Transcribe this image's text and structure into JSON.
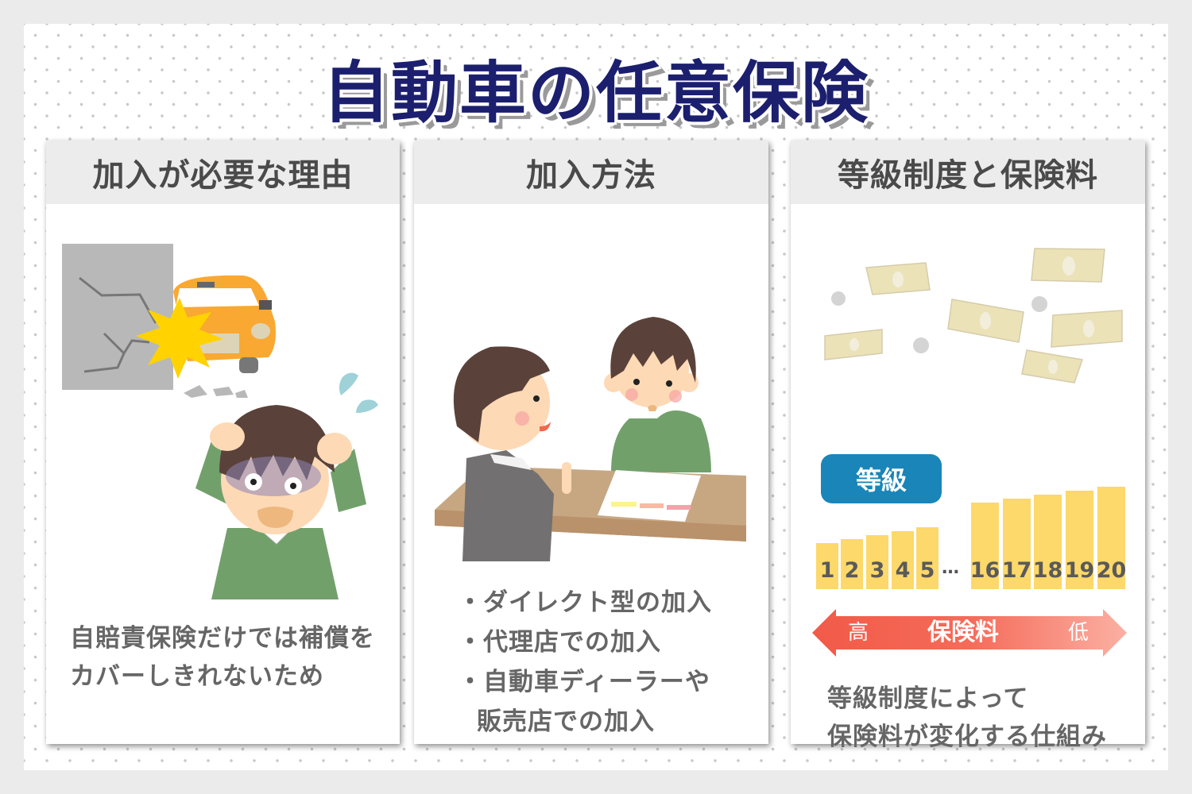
{
  "title": "自動車の任意保険",
  "colors": {
    "title": "#1b1f6e",
    "header_bg": "#ececec",
    "header_text": "#4a4a4a",
    "body_text": "#666666",
    "grade_badge": "#1a85b8",
    "bar": "#fdd86a",
    "arrow_start": "#f25a48",
    "arrow_end": "#fbb0a3"
  },
  "cards": [
    {
      "header": "加入が必要な理由",
      "illustration": "car-crash-worried-man",
      "description": [
        "自賠責保険だけでは補償を",
        "カバーしきれないため"
      ]
    },
    {
      "header": "加入方法",
      "illustration": "agent-consultation",
      "list": [
        {
          "bullet": "・",
          "text": "ダイレクト型の加入"
        },
        {
          "bullet": "・",
          "text": "代理店での加入"
        },
        {
          "bullet": "・",
          "text": "自動車ディーラーや"
        },
        {
          "bullet": "",
          "text": "販売店での加入"
        }
      ]
    },
    {
      "header": "等級制度と保険料",
      "illustration": "floating-money",
      "grade_label": "等級",
      "grades": [
        "1",
        "2",
        "3",
        "4",
        "5",
        "16",
        "17",
        "18",
        "19",
        "20"
      ],
      "ellipsis": "…",
      "arrow": {
        "left": "高",
        "center": "保険料",
        "right": "低"
      },
      "description": [
        "等級制度によって",
        "保険料が変化する仕組み"
      ]
    }
  ],
  "chart_data": {
    "type": "bar",
    "title": "等級",
    "categories": [
      "1",
      "2",
      "3",
      "4",
      "5",
      "16",
      "17",
      "18",
      "19",
      "20"
    ],
    "values": [
      1,
      2,
      3,
      4,
      5,
      16,
      17,
      18,
      19,
      20
    ],
    "xlabel": "保険料 (高 → 低)",
    "ylabel": "",
    "annotations": [
      "… between 5 and 16"
    ]
  }
}
